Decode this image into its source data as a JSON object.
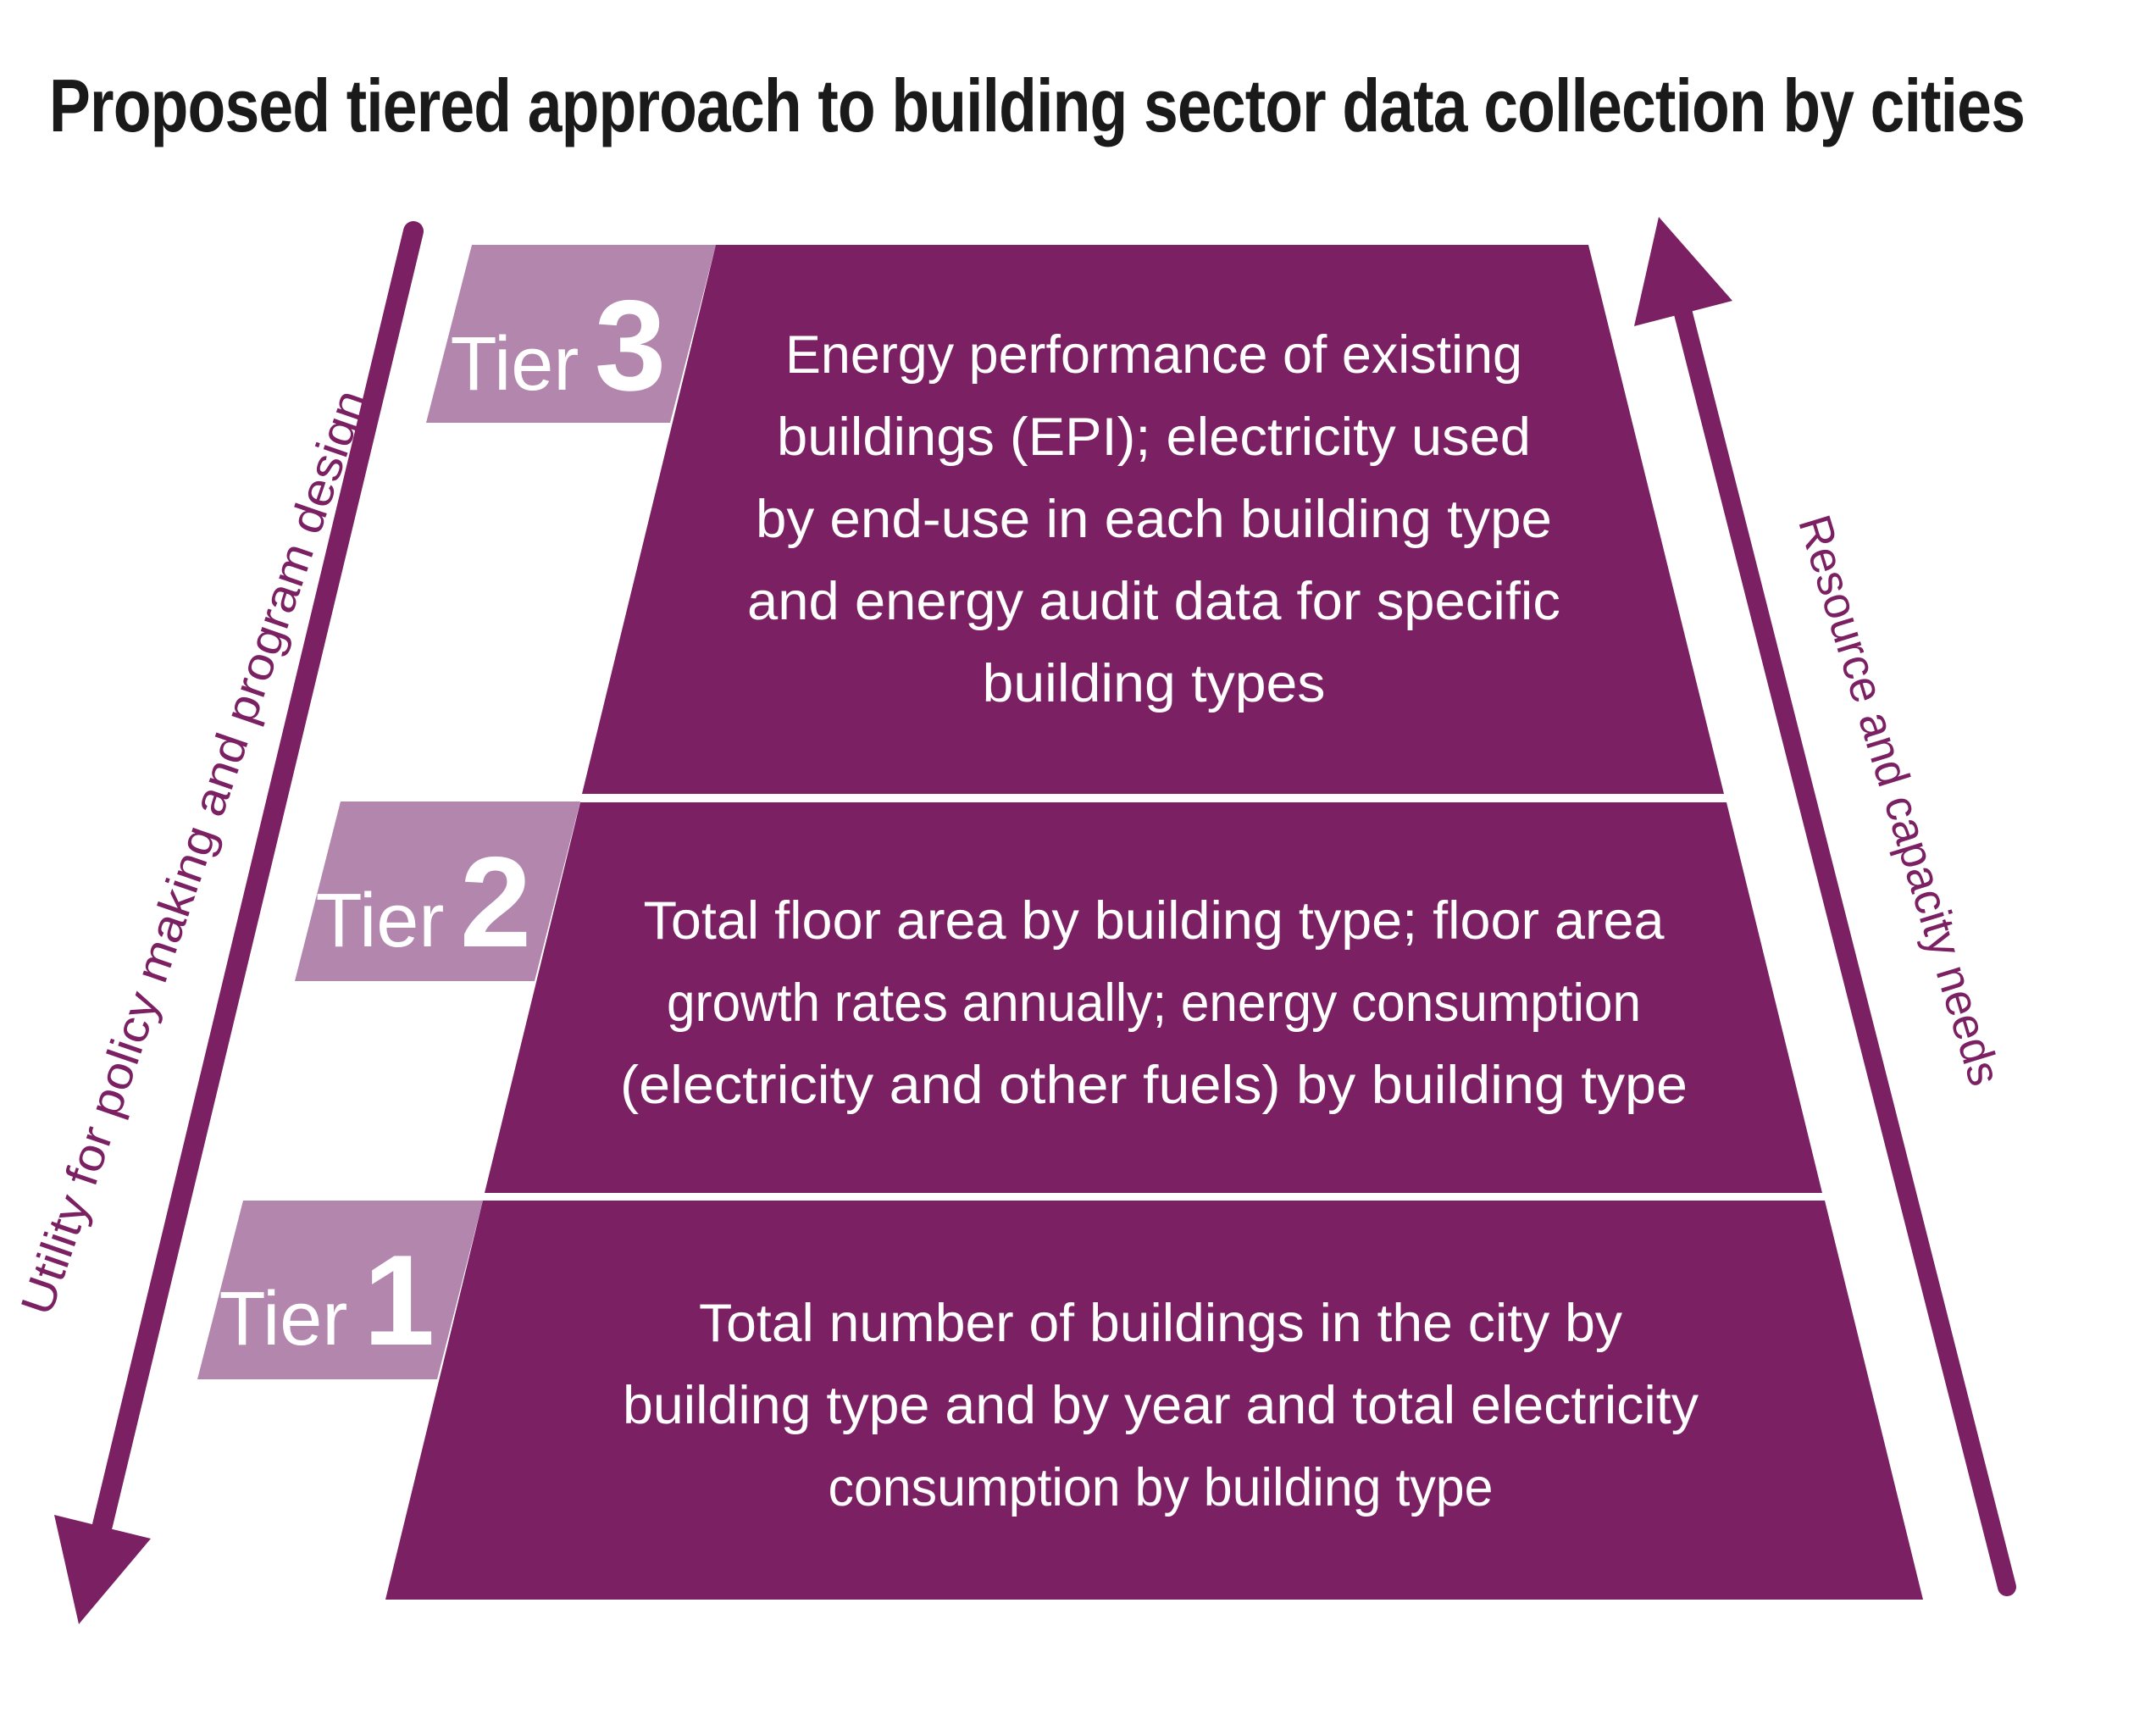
{
  "title": "Proposed tiered approach to building sector data collection by cities",
  "colors": {
    "primary_dark": "#7B2063",
    "primary_light": "#B286AD",
    "text_on_dark": "#FFFFFF",
    "title_text": "#1A1A1A",
    "background": "#FFFFFF"
  },
  "left_axis": {
    "label": "Utility for policy making and program design"
  },
  "right_axis": {
    "label": "Resource and capacity needs"
  },
  "tiers": [
    {
      "label": "Tier",
      "number": "3",
      "lines": [
        "Energy performance of existing",
        "buildings (EPI); electricity used",
        "by end-use in each building type",
        "and energy audit data for specific",
        "building types"
      ]
    },
    {
      "label": "Tier",
      "number": "2",
      "lines": [
        "Total floor area by building type; floor area",
        "growth rates annually; energy consumption",
        "(electricity and other fuels) by building type"
      ]
    },
    {
      "label": "Tier",
      "number": "1",
      "lines": [
        "Total number of buildings in the city by",
        "building type and by year and total electricity",
        "consumption by building type"
      ]
    }
  ]
}
